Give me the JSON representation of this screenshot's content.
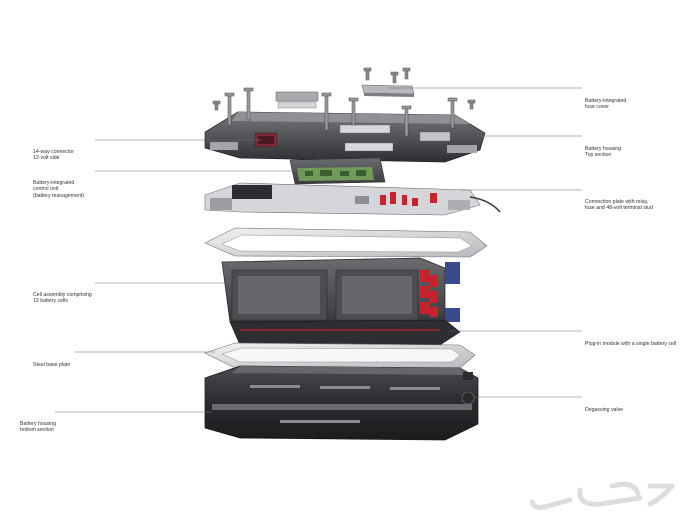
{
  "diagram": {
    "labels": [
      {
        "id": "fuse-cover",
        "lines": [
          "Battery-integrated",
          "fuse cover"
        ]
      },
      {
        "id": "housing-top",
        "lines": [
          "Battery housing",
          "Top section"
        ]
      },
      {
        "id": "connector",
        "lines": [
          "14-way connector",
          "12-volt side"
        ]
      },
      {
        "id": "control-unit",
        "lines": [
          "Battery-integrated",
          "control unit",
          "(battery management)"
        ]
      },
      {
        "id": "connection-plate",
        "lines": [
          "Connection plate with relay,",
          "fuse and 48-volt terminal stud"
        ]
      },
      {
        "id": "cell-assembly",
        "lines": [
          "Cell assembly comprising",
          "13 battery cells"
        ]
      },
      {
        "id": "plug-in-module",
        "lines": [
          "Plug-in module with a single battery cell"
        ]
      },
      {
        "id": "steel-base",
        "lines": [
          "Steel base plate"
        ]
      },
      {
        "id": "degassing",
        "lines": [
          "Degassing valve"
        ]
      },
      {
        "id": "housing-bottom",
        "lines": [
          "Battery housing",
          "bottom section"
        ]
      }
    ]
  },
  "colors": {
    "housing_dark": "#2b2b2d",
    "housing_mid": "#5a5b5f",
    "housing_light": "#c8c9cc",
    "plate_silver": "#d9dadd",
    "pcb_green": "#6f9a5a",
    "relay_red": "#c8232c",
    "clip_blue": "#3b4a8f",
    "leader_line": "#6a6a6a"
  },
  "watermark": {
    "icon": "haraj-logo-watermark",
    "text": "حراج"
  }
}
